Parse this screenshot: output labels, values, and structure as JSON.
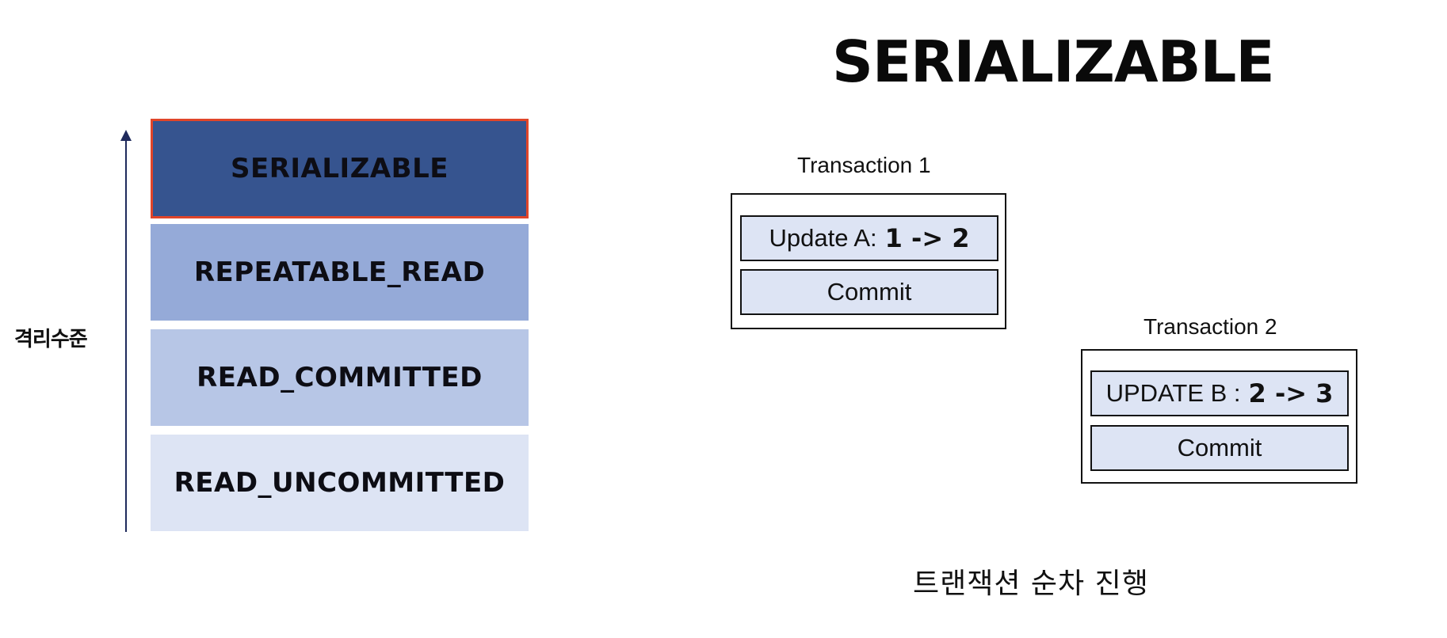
{
  "axis": {
    "label": "격리수준"
  },
  "levels": [
    {
      "label": "SERIALIZABLE",
      "highlighted": true,
      "color": "#36548f"
    },
    {
      "label": "REPEATABLE_READ",
      "highlighted": false,
      "color": "#95aad8"
    },
    {
      "label": "READ_COMMITTED",
      "highlighted": false,
      "color": "#b7c6e6"
    },
    {
      "label": "READ_UNCOMMITTED",
      "highlighted": false,
      "color": "#dde4f4"
    }
  ],
  "highlight_border_color": "#e0452a",
  "title": "SERIALIZABLE",
  "transactions": [
    {
      "caption": "Transaction 1",
      "operation_prefix": "Update A:",
      "operation_value": "1 -> 2",
      "commit_label": "Commit"
    },
    {
      "caption": "Transaction 2",
      "operation_prefix": "UPDATE B :",
      "operation_value": "2 -> 3",
      "commit_label": "Commit"
    }
  ],
  "footer": "트랜잭션 순차 진행"
}
